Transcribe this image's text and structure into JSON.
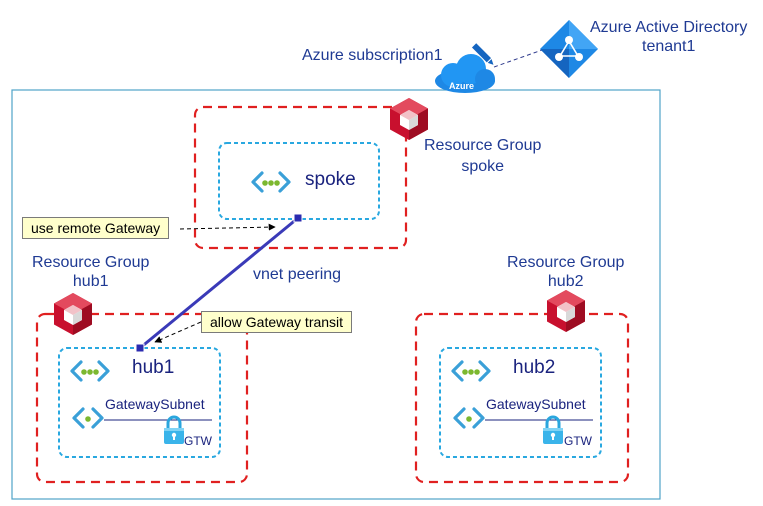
{
  "azure_ad": {
    "line1": "Azure Active Directory",
    "line2": "tenant1"
  },
  "subscription": {
    "label": "Azure subscription1",
    "badge": "Azure"
  },
  "resource_groups": {
    "spoke": {
      "line1": "Resource Group",
      "line2": "spoke"
    },
    "hub1": {
      "line1": "Resource Group",
      "line2": "hub1"
    },
    "hub2": {
      "line1": "Resource Group",
      "line2": "hub2"
    }
  },
  "vnets": {
    "spoke": {
      "name": "spoke"
    },
    "hub1": {
      "name": "hub1",
      "subnet": "GatewaySubnet",
      "gateway": "GTW"
    },
    "hub2": {
      "name": "hub2",
      "subnet": "GatewaySubnet",
      "gateway": "GTW"
    }
  },
  "peering": {
    "label": "vnet peering"
  },
  "callouts": {
    "use_remote": "use remote Gateway",
    "allow_transit": "allow Gateway transit"
  },
  "colors": {
    "subscription_border": "#4fa3c7",
    "rg_border": "#e02020",
    "vnet_border": "#29a8e0",
    "peering_line": "#3a3ab8",
    "rg_icon": "#c8102e",
    "aad_icon": "#1e88e5",
    "text": "#1f3a93"
  },
  "icons": [
    "resource-group-icon",
    "vnet-icon",
    "subnet-icon",
    "lock-icon",
    "azure-cloud-icon",
    "pencil-icon",
    "azure-ad-icon"
  ]
}
